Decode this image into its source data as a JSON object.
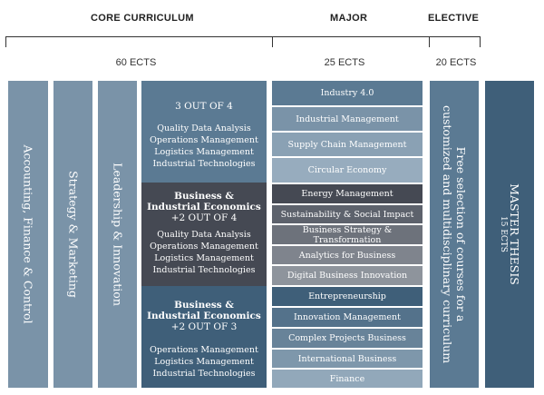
{
  "headers": {
    "core": "CORE CURRICULUM",
    "major": "MAJOR",
    "elective": "ELECTIVE"
  },
  "ects": {
    "core": "60 ECTS",
    "major": "25 ECTS",
    "elective": "20 ECTS"
  },
  "core_columns": [
    {
      "label": "Accounting, Finance & Control"
    },
    {
      "label": "Strategy & Marketing"
    },
    {
      "label": "Leadership & Innovation"
    }
  ],
  "core_blocks": [
    {
      "head": "3 OUT OF 4",
      "items": [
        "Quality Data Analysis",
        "Operations Management",
        "Logistics Management",
        "Industrial Technologies"
      ]
    },
    {
      "bold1": "Business &",
      "bold2": "Industrial Economics",
      "sub": "+2 OUT OF 4",
      "items": [
        "Quality Data Analysis",
        "Operations Management",
        "Logistics Management",
        "Industrial Technologies"
      ]
    },
    {
      "bold1": "Business &",
      "bold2": "Industrial Economics",
      "sub": "+2 OUT OF 3",
      "items": [
        "Operations Management",
        "Logistics Management",
        "Industrial Technologies"
      ]
    }
  ],
  "major_items": [
    "Industry 4.0",
    "Industrial Management",
    "Supply Chain Management",
    "Circular Economy",
    "Energy Management",
    "Sustainability & Social Impact",
    "Business Strategy & Transformation",
    "Analytics for Business",
    "Digital Business Innovation",
    "Entrepreneurship",
    "Innovation Management",
    "Complex Projects Business",
    "International Business",
    "Finance"
  ],
  "elective": {
    "line1": "Free selection of courses for a",
    "line2": "customized and multidisciplinary curriculum"
  },
  "thesis": {
    "title": "MASTER THESIS",
    "ects": "15 ECTS"
  },
  "colors": {
    "steel_light": "#7a93a8",
    "steel_mid": "#5b7a93",
    "steel_dark": "#3f5f79",
    "charcoal": "#454953",
    "gray": "#8e949c"
  }
}
